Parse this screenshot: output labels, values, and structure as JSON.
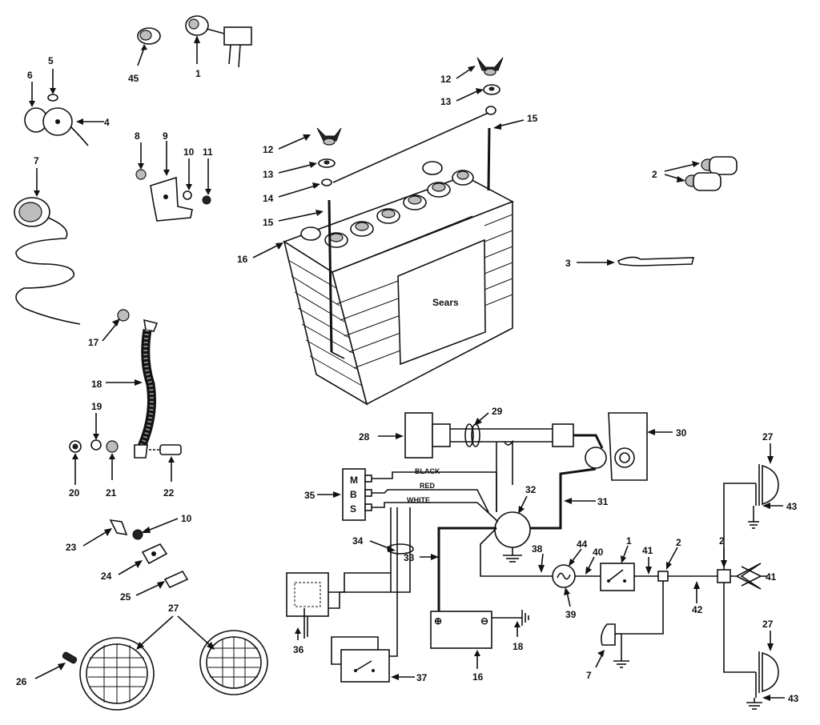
{
  "labels": {
    "p1": "1",
    "p2": "2",
    "p3": "3",
    "p4": "4",
    "p5": "5",
    "p6": "6",
    "p7": "7",
    "p8": "8",
    "p9": "9",
    "p10": "10",
    "p11": "11",
    "p12": "12",
    "p13": "13",
    "p14": "14",
    "p15": "15",
    "p16": "16",
    "p17": "17",
    "p18": "18",
    "p19": "19",
    "p20": "20",
    "p21": "21",
    "p22": "22",
    "p23": "23",
    "p24": "24",
    "p25": "25",
    "p26": "26",
    "p27": "27",
    "p28": "28",
    "p29": "29",
    "p30": "30",
    "p31": "31",
    "p32": "32",
    "p33": "33",
    "p34": "34",
    "p35": "35",
    "p36": "36",
    "p37": "37",
    "p38": "38",
    "p39": "39",
    "p40": "40",
    "p41": "41",
    "p42": "42",
    "p43": "43",
    "p44": "44",
    "p45": "45"
  },
  "battery_brand": "Sears",
  "wire_colors": {
    "black": "BLACK",
    "red": "RED",
    "white": "WHITE"
  },
  "terminals": {
    "m": "M",
    "b": "B",
    "s": "S"
  },
  "battery_symbols": {
    "plus": "⊕",
    "minus": "⊖"
  }
}
